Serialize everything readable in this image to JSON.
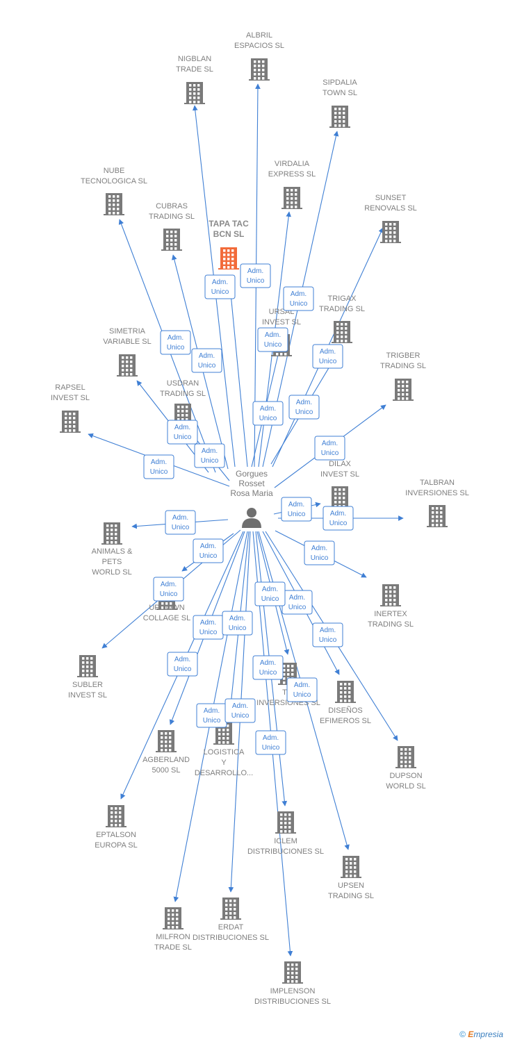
{
  "center": {
    "lines": [
      "Gorgues",
      "Rosset",
      "Rosa Maria"
    ],
    "icon": "person-icon"
  },
  "edge_label": [
    "Adm.",
    "Unico"
  ],
  "colors": {
    "edge": "#3f7fd4",
    "building": "#7a7a7a",
    "highlight": "#f26b3a",
    "text": "#7f7f7f"
  },
  "footer": {
    "copyright": "©",
    "brand_initial": "E",
    "brand_rest": "mpresia"
  },
  "nodes": [
    {
      "id": "albril",
      "lines": [
        "ALBRIL",
        "ESPACIOS SL"
      ]
    },
    {
      "id": "nigblan",
      "lines": [
        "NIGBLAN",
        "TRADE SL"
      ]
    },
    {
      "id": "sipdalia",
      "lines": [
        "SIPDALIA",
        "TOWN SL"
      ]
    },
    {
      "id": "virdalia",
      "lines": [
        "VIRDALIA",
        "EXPRESS SL"
      ]
    },
    {
      "id": "nube",
      "lines": [
        "NUBE",
        "TECNOLOGICA SL"
      ]
    },
    {
      "id": "sunset",
      "lines": [
        "SUNSET",
        "RENOVALS SL"
      ]
    },
    {
      "id": "cubras",
      "lines": [
        "CUBRAS",
        "TRADING SL"
      ]
    },
    {
      "id": "tapatac",
      "lines": [
        "TAPA TAC",
        "BCN  SL"
      ],
      "highlight": true
    },
    {
      "id": "trigax",
      "lines": [
        "TRIGAX",
        "TRADING SL"
      ]
    },
    {
      "id": "ursal",
      "lines": [
        "URSAL",
        "INVEST SL"
      ]
    },
    {
      "id": "simetria",
      "lines": [
        "SIMETRIA",
        "VARIABLE SL"
      ]
    },
    {
      "id": "trigber",
      "lines": [
        "TRIGBER",
        "TRADING SL"
      ]
    },
    {
      "id": "usdran",
      "lines": [
        "USDRAN",
        "TRADING SL"
      ]
    },
    {
      "id": "rapsel",
      "lines": [
        "RAPSEL",
        "INVEST SL"
      ]
    },
    {
      "id": "dilax",
      "lines": [
        "DILAX",
        "INVEST SL"
      ]
    },
    {
      "id": "talbran",
      "lines": [
        "TALBRAN",
        "INVERSIONES SL"
      ]
    },
    {
      "id": "animals",
      "lines": [
        "ANIMALS &",
        "PETS",
        "WORLD SL"
      ]
    },
    {
      "id": "inertex",
      "lines": [
        "INERTEX",
        "TRADING SL"
      ]
    },
    {
      "id": "uptown",
      "lines": [
        "UP TOWN",
        "COLLAGE SL"
      ]
    },
    {
      "id": "subler",
      "lines": [
        "SUBLER",
        "INVEST SL"
      ]
    },
    {
      "id": "tri",
      "lines": [
        "TRI",
        "INVERSIONES SL"
      ]
    },
    {
      "id": "disenos",
      "lines": [
        "DISEÑOS",
        "EFIMEROS SL"
      ]
    },
    {
      "id": "agberland",
      "lines": [
        "AGBERLAND",
        "5000 SL"
      ]
    },
    {
      "id": "logistica",
      "lines": [
        "LOGISTICA",
        "Y",
        "DESARROLLO..."
      ]
    },
    {
      "id": "dupson",
      "lines": [
        "DUPSON",
        "WORLD SL"
      ]
    },
    {
      "id": "eptalson",
      "lines": [
        "EPTALSON",
        "EUROPA SL"
      ]
    },
    {
      "id": "iclem",
      "lines": [
        "ICLEM",
        "DISTRIBUCIONES SL"
      ]
    },
    {
      "id": "upsen",
      "lines": [
        "UPSEN",
        "TRADING SL"
      ]
    },
    {
      "id": "milfron",
      "lines": [
        "MILFRON",
        "TRADE SL"
      ]
    },
    {
      "id": "erdat",
      "lines": [
        "ERDAT",
        "DISTRIBUCIONES SL"
      ]
    },
    {
      "id": "implenson",
      "lines": [
        "IMPLENSON",
        "DISTRIBUCIONES SL"
      ]
    }
  ]
}
